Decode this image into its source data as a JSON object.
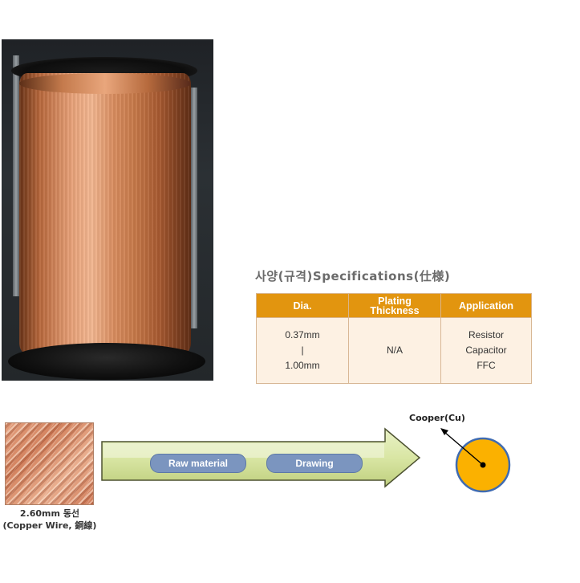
{
  "specs": {
    "heading": "사양(규격)Specifications(仕様)",
    "headers": {
      "dia": "Dia.",
      "plating_line1": "Plating",
      "plating_line2": "Thickness",
      "application": "Application"
    },
    "row": {
      "dia_min": "0.37mm",
      "dia_sep": "|",
      "dia_max": "1.00mm",
      "plating": "N/A",
      "applications": [
        "Resistor",
        "Capacitor",
        "FFC"
      ]
    }
  },
  "process": {
    "input_caption_line1": "2.60mm 동선",
    "input_caption_line2": "(Copper Wire, 銅線)",
    "steps": [
      "Raw material",
      "Drawing"
    ],
    "cross_section_label": "Cooper(Cu)"
  },
  "colors": {
    "header_orange": "#e2950f",
    "cell_cream": "#fdf1e3",
    "arrow_fill": "#d9e6a4",
    "step_blue": "#7b95bf",
    "cu_fill": "#fbb100",
    "cu_ring": "#3f6bb1"
  }
}
